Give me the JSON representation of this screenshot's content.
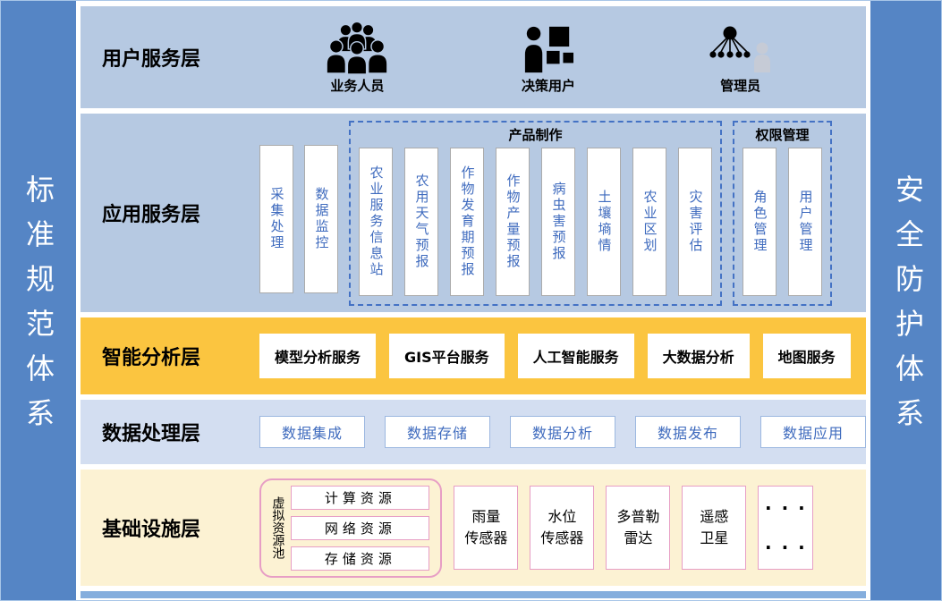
{
  "sidebars": {
    "left": "标准规范体系",
    "right": "安全防护体系"
  },
  "layers": {
    "user": {
      "label": "用户服务层",
      "personas": [
        {
          "icon": "business-users-icon",
          "label": "业务人员"
        },
        {
          "icon": "decision-user-icon",
          "label": "决策用户"
        },
        {
          "icon": "admin-org-icon",
          "label": "管理员"
        }
      ]
    },
    "application": {
      "label": "应用服务层",
      "standalone": [
        "采集处理",
        "数据监控"
      ],
      "groups": [
        {
          "title": "产品制作",
          "items": [
            "农业服务信息站",
            "农用天气预报",
            "作物发育期预报",
            "作物产量预报",
            "病虫害预报",
            "土壤墒情",
            "农业区划",
            "灾害评估"
          ]
        },
        {
          "title": "权限管理",
          "items": [
            "角色管理",
            "用户管理"
          ]
        }
      ]
    },
    "analysis": {
      "label": "智能分析层",
      "items": [
        "模型分析服务",
        "GIS平台服务",
        "人工智能服务",
        "大数据分析",
        "地图服务"
      ]
    },
    "processing": {
      "label": "数据处理层",
      "items": [
        "数据集成",
        "数据存储",
        "数据分析",
        "数据发布",
        "数据应用"
      ]
    },
    "infrastructure": {
      "label": "基础设施层",
      "pool": {
        "label": "虚拟资源池",
        "items": [
          "计算资源",
          "网络资源",
          "存储资源"
        ]
      },
      "devices": [
        "雨量\n传感器",
        "水位\n传感器",
        "多普勒\n雷达",
        "遥感\n卫星"
      ],
      "ellipsis": "· · ·\n· · ·"
    }
  },
  "colors": {
    "sidebar_blue": "#5585C5",
    "layer_blue": "#B6C9E2",
    "analysis_gold": "#FBC540",
    "processing_blue": "#D3DEF1",
    "infrastructure_cream": "#FCF2D3",
    "box_text_blue": "#3F6BBE",
    "dashed_border_blue": "#4472C4",
    "pink_border": "#E79EC5"
  }
}
